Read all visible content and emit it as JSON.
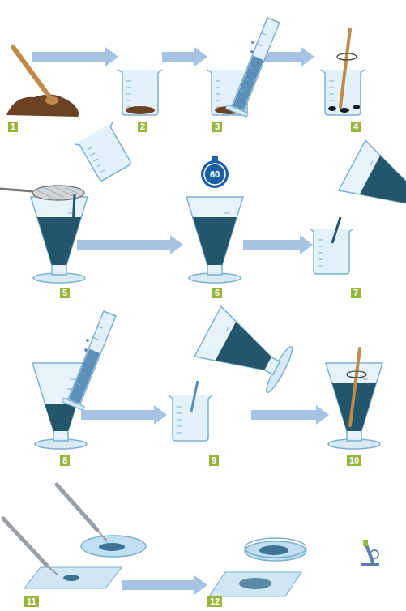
{
  "diagram": {
    "labels": [
      "1",
      "2",
      "3",
      "4",
      "60",
      "5",
      "6",
      "7",
      "8",
      "9",
      "10",
      "11",
      "12"
    ]
  }
}
